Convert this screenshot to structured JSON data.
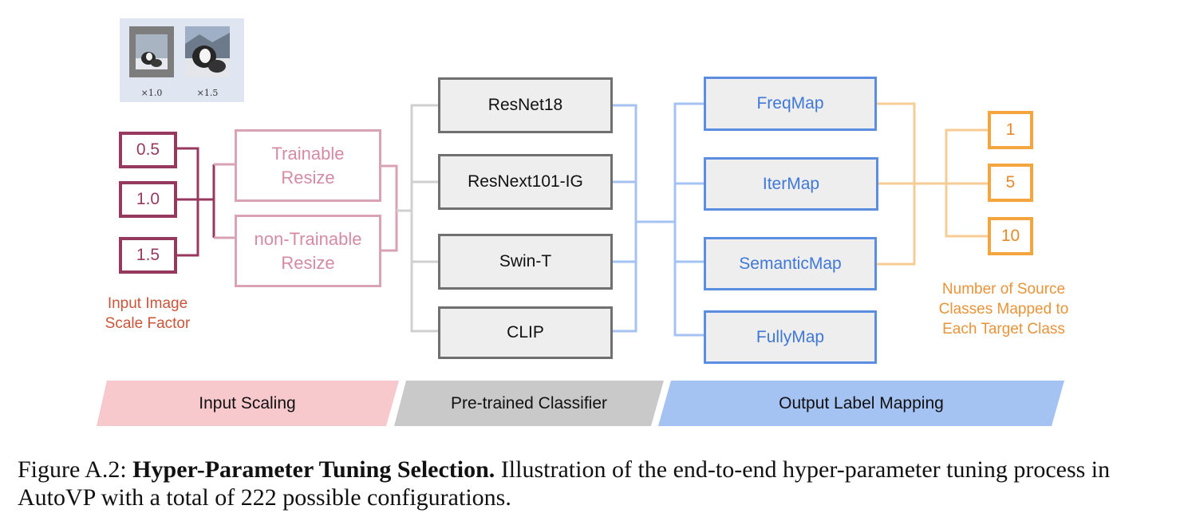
{
  "thumbnails": [
    {
      "label": "×1.0"
    },
    {
      "label": "×1.5"
    }
  ],
  "scale_factors": [
    "0.5",
    "1.0",
    "1.5"
  ],
  "scale_note": [
    "Input Image",
    "Scale Factor"
  ],
  "resize_options": [
    [
      "Trainable",
      "Resize"
    ],
    [
      "non-Trainable",
      "Resize"
    ]
  ],
  "classifiers": [
    "ResNet18",
    "ResNext101-IG",
    "Swin-T",
    "CLIP"
  ],
  "label_maps": [
    "FreqMap",
    "IterMap",
    "SemanticMap",
    "FullyMap"
  ],
  "source_class_counts": [
    "1",
    "5",
    "10"
  ],
  "count_note": [
    "Number of Source",
    "Classes Mapped to",
    "Each Target Class"
  ],
  "stages": [
    "Input Scaling",
    "Pre-trained Classifier",
    "Output Label Mapping"
  ],
  "colors": {
    "scale": "#97395f",
    "resize": "#d9a3b5",
    "classifier_border": "#707070",
    "map": "#5b8de0",
    "count": "#f5a53d",
    "stage_input": "#f7c8cc",
    "stage_classifier": "#c9c9c9",
    "stage_mapping": "#a4c2f2"
  },
  "caption": {
    "prefix": "Figure A.2: ",
    "title": "Hyper-Parameter Tuning Selection.",
    "body": " Illustration of the end-to-end hyper-parameter tuning process in AutoVP with a total of 222 possible configurations."
  }
}
